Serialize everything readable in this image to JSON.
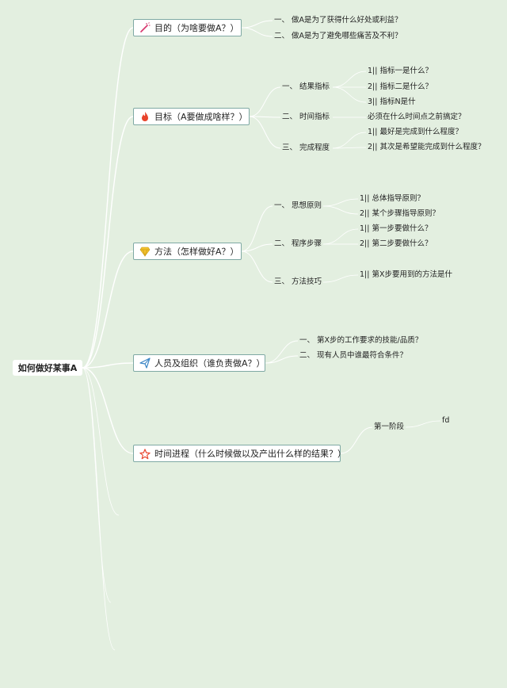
{
  "root": {
    "label": "如何做好某事A"
  },
  "branches": [
    {
      "label": "目的（为啥要做A？）",
      "icon": "magic-wand-icon",
      "items": [
        {
          "label": "一、 做A是为了获得什么好处或利益？"
        },
        {
          "label": "二、 做A是为了避免哪些痛苦及不利？"
        }
      ]
    },
    {
      "label": "目标（A要做成啥样？）",
      "icon": "flame-icon",
      "items": [
        {
          "label": "一、 结果指标",
          "children": [
            "1||  指标一是什么？",
            "2||  指标二是什么？",
            "3||  指标N是什"
          ]
        },
        {
          "label": "二、 时间指标",
          "children": [
            "必须在什么时间点之前搞定？"
          ]
        },
        {
          "label": "三、 完成程度",
          "children": [
            "1||  最好是完成到什么程度？",
            "2||  其次是希望能完成到什么程度？"
          ]
        }
      ]
    },
    {
      "label": "方法（怎样做好A？）",
      "icon": "gem-icon",
      "items": [
        {
          "label": "一、 思想原则",
          "children": [
            "1||  总体指导原则？",
            "2||  某个步骤指导原则？"
          ]
        },
        {
          "label": "二、 程序步骤",
          "children": [
            "1||  第一步要做什么？",
            "2||  第二步要做什么？"
          ]
        },
        {
          "label": "三、 方法技巧",
          "children": [
            "1||  第X步要用到的方法是什"
          ]
        }
      ]
    },
    {
      "label": "人员及组织（谁负责做A？）",
      "icon": "paper-plane-icon",
      "items": [
        {
          "label": "一、 第X步的工作要求的技能/品质？"
        },
        {
          "label": "二、 现有人员中谁最符合条件？"
        }
      ]
    },
    {
      "label": "时间进程（什么时候做以及产出什么样的结果？）",
      "icon": "star-icon",
      "items": [
        {
          "label": "第一阶段",
          "children": [
            "fd"
          ]
        }
      ]
    }
  ],
  "colors": {
    "background": "#e3efe0",
    "node_border": "#7fa9a4",
    "link": "#ffffff",
    "magic_wand": "#d6336c",
    "flame": "#e8432b",
    "gem": "#f2c230",
    "paper_plane": "#3b86c6",
    "star": "#e8432b"
  }
}
